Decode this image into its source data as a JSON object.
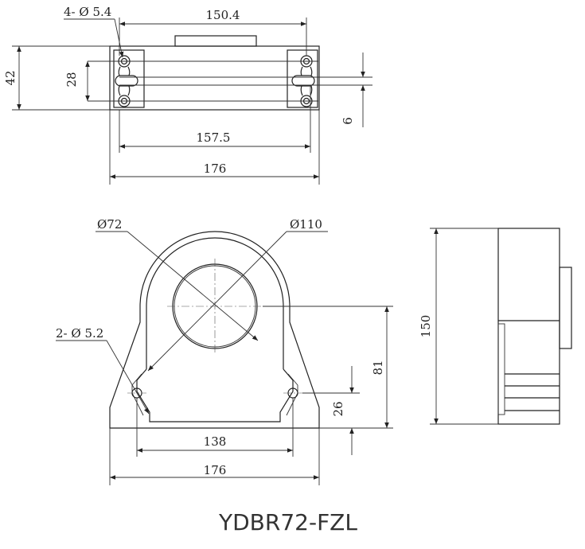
{
  "model_name": "YDBR72-FZL",
  "top_view": {
    "hole_callout": "4- Ø 5.4",
    "dim_hole_spacing": "150.4",
    "dim_height": "42",
    "dim_inner_height": "28",
    "dim_slot": "6",
    "dim_inner_width": "157.5",
    "dim_width": "176"
  },
  "front_view": {
    "inner_diameter": "Ø72",
    "outer_diameter": "Ø110",
    "hole_callout": "2- Ø 5.2",
    "dim_center_height": "81",
    "dim_hole_height": "26",
    "dim_hole_spacing": "138",
    "dim_width": "176"
  },
  "side_view": {
    "dim_height": "150"
  }
}
